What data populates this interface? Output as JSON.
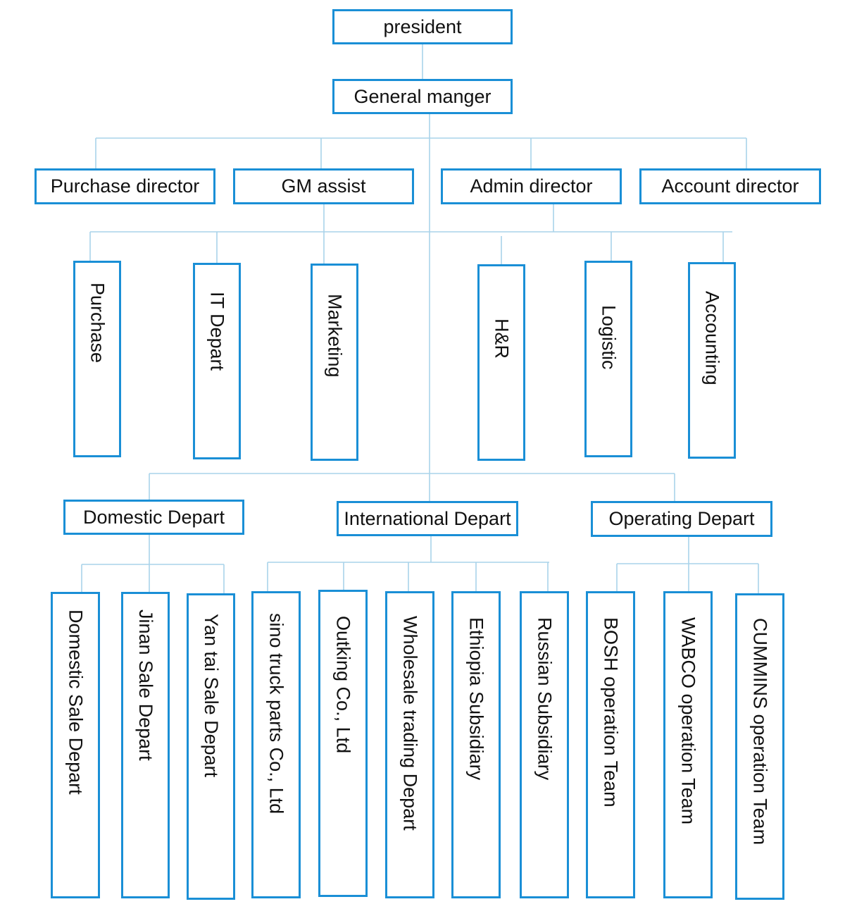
{
  "chart": {
    "root": "president",
    "gm": "General manger",
    "directors": [
      "Purchase director",
      "GM assist",
      "Admin director",
      "Account director"
    ],
    "departments": [
      "Purchase",
      "IT Depart",
      "Marketing",
      "H&R",
      "Logistic",
      "Accounting"
    ],
    "divisions": [
      "Domestic Depart",
      "International Depart",
      "Operating Depart"
    ],
    "units": [
      "Domestic Sale Depart",
      "Jinan Sale Depart",
      "Yan tai Sale Depart",
      "sino truck parts Co., Ltd",
      "Outking Co., Ltd",
      "Wholesale trading Depart",
      "Ethiopia Subsidiary",
      "Russian Subsidiary",
      "BOSH operation Team",
      "WABCO operation Team",
      "CUMMINS operation Team"
    ]
  },
  "colors": {
    "box_border": "#1a8fd6",
    "connector": "#a9d3ea",
    "text": "#111111"
  }
}
